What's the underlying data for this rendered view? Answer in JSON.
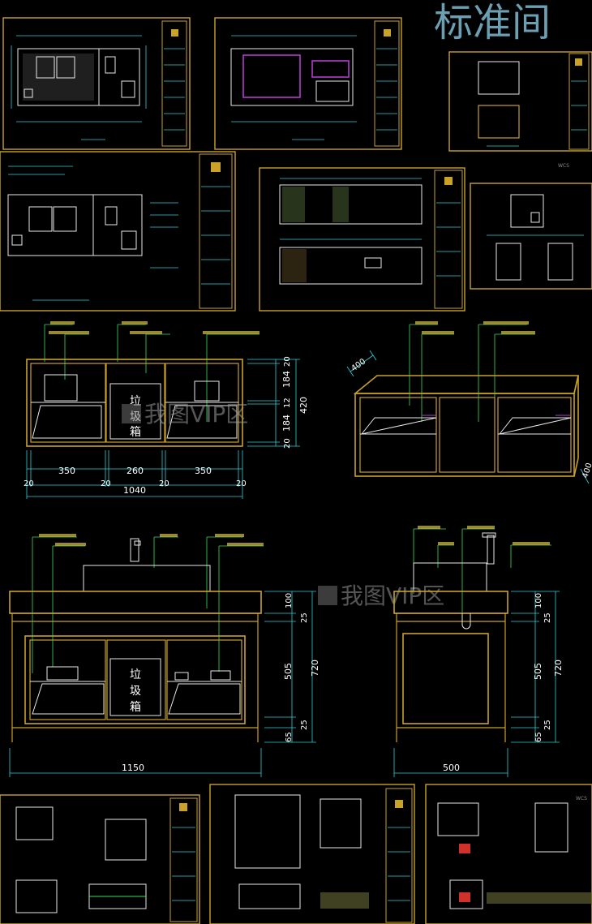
{
  "header": {
    "title": "标准间",
    "wcs_tags": [
      "WCS",
      "WCS"
    ]
  },
  "watermark": {
    "text": "我图VIP区"
  },
  "cabinet_elevation": {
    "storage_label_chars": [
      "垃",
      "圾",
      "箱"
    ],
    "horizontal_dims": [
      "350",
      "260",
      "350"
    ],
    "gap_dims": [
      "20",
      "20",
      "20",
      "20"
    ],
    "total_width": "1040",
    "vertical_dims": [
      "20",
      "184",
      "12",
      "184",
      "20"
    ],
    "total_height": "420"
  },
  "cabinet_iso": {
    "depth_dim": "400",
    "side_dim": "400"
  },
  "vanity_front": {
    "storage_label_chars": [
      "垃",
      "圾",
      "箱"
    ],
    "vertical_dims": [
      "100",
      "25",
      "505",
      "25",
      "65"
    ],
    "total_height": "720",
    "total_width": "1150"
  },
  "vanity_side": {
    "vertical_dims": [
      "100",
      "25",
      "505",
      "25",
      "65"
    ],
    "total_height": "720",
    "total_width": "500"
  },
  "colors": {
    "background": "#000000",
    "sheet_frame": "#c9a227",
    "dimension_text": "#ffffff",
    "title": "#6d9fb3",
    "leader": "#3ddc5a",
    "detail": "#2fd0d8"
  }
}
